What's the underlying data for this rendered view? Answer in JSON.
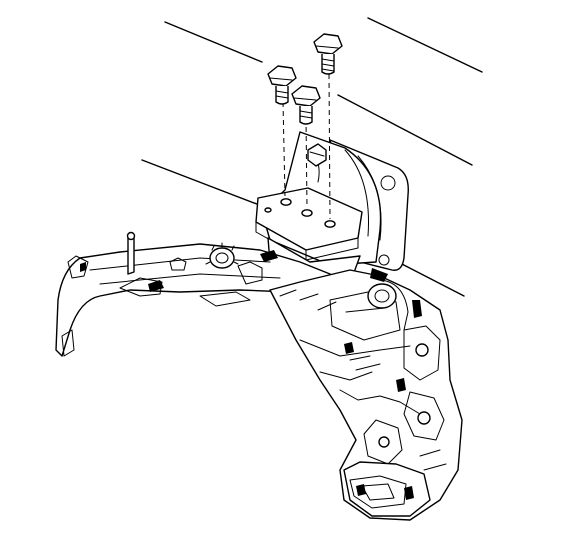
{
  "figure": {
    "components": [
      {
        "name": "bolt",
        "count": 3
      },
      {
        "name": "engine-mount-bracket",
        "count": 1
      },
      {
        "name": "engine-block-edge-lines",
        "count": 3
      },
      {
        "name": "frame-crossmember",
        "count": 1
      }
    ],
    "colors": {
      "background": "#ffffff",
      "line": "#000000"
    }
  }
}
